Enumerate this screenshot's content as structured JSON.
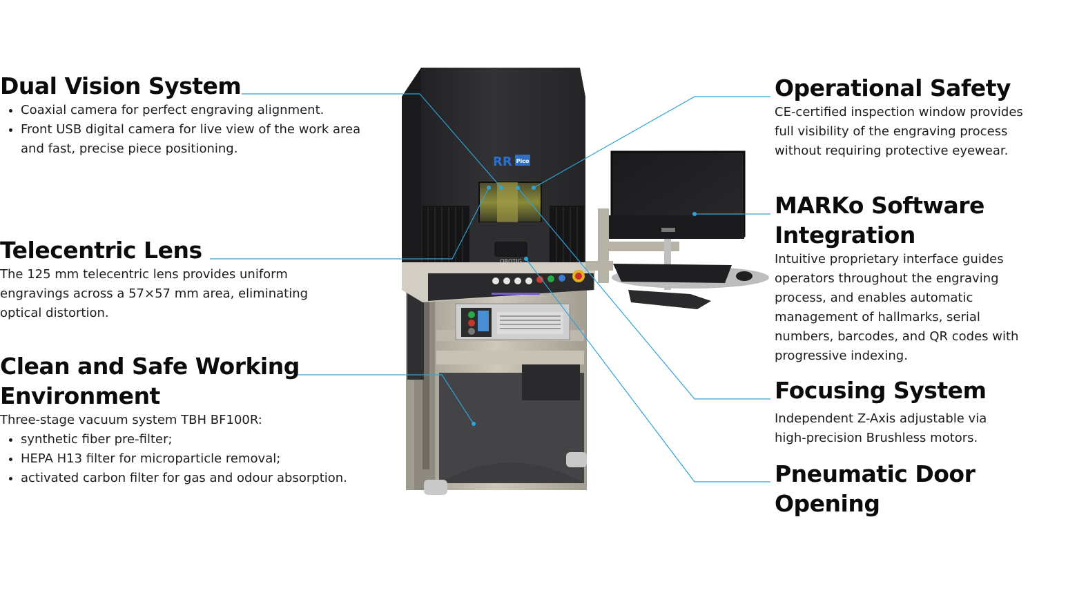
{
  "features": {
    "dual_vision": {
      "title": "Dual Vision System",
      "bullets": [
        "Coaxial camera for perfect engraving alignment.",
        "Front USB digital camera for live view of the work area and fast, precise piece positioning."
      ]
    },
    "telecentric": {
      "title": "Telecentric Lens",
      "text": "The 125 mm telecentric lens provides uniform engravings across a 57×57 mm area, eliminating optical distortion."
    },
    "clean_safe": {
      "title": "Clean and Safe Working Environment",
      "intro": "Three-stage vacuum system TBH BF100R:",
      "bullets": [
        "synthetic fiber pre-filter;",
        "HEPA H13 filter for microparticle removal;",
        "activated carbon filter for gas and odour absorption."
      ]
    },
    "operational_safety": {
      "title": "Operational Safety",
      "text": "CE-certified inspection window provides full visibility of the engraving process without requiring protective eyewear."
    },
    "marko": {
      "title": "MARKo Software Integration",
      "text": "Intuitive proprietary interface guides operators throughout the engraving process, and enables automatic management of hallmarks, serial numbers, barcodes, and QR codes with progressive indexing."
    },
    "focusing": {
      "title": "Focusing System",
      "text": "Independent Z-Axis adjustable via high-precision Brushless motors."
    },
    "pneumatic": {
      "title": "Pneumatic Door Opening"
    }
  },
  "machine": {
    "logo_text": "RR",
    "logo_badge": "Pico",
    "brand": "OROTIG"
  },
  "colors": {
    "leader": "#2ea3d6",
    "cabinet": "#2b2b2d",
    "frame": "#b8b2a4",
    "logo_blue": "#2f6fc6"
  }
}
